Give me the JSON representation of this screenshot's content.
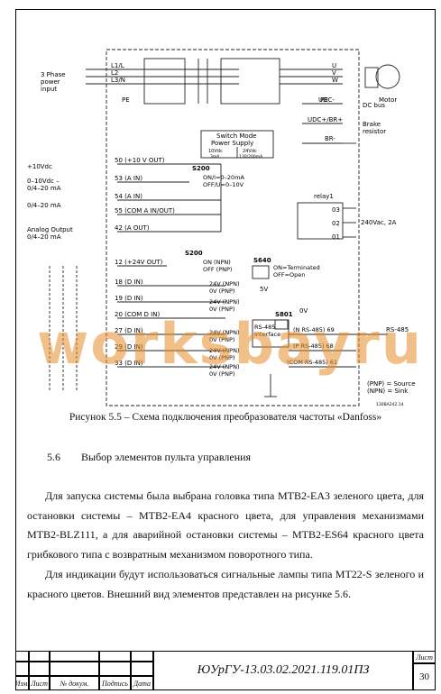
{
  "diagram": {
    "left_labels": {
      "three_phase": [
        "3 Phase",
        "power",
        "input"
      ],
      "plus10": "+10Vdc",
      "ain53": [
        "0–10Vdc –",
        "0/4–20 mA"
      ],
      "ain54": "0/4–20 mA",
      "aout": [
        "Analog Output",
        "0/4–20 mA"
      ]
    },
    "terminals_left": [
      "L1/L",
      "L2",
      "L3/N",
      "PE"
    ],
    "terminals_right": [
      "U",
      "V",
      "W",
      "PE"
    ],
    "motor": "Motor",
    "smps": [
      "Switch Mode",
      "Power Supply",
      "10Vdc",
      "24Vdc",
      "3mA",
      "130/200mA"
    ],
    "dc_bus": [
      "UDC-",
      "UDC+/BR+",
      "BR-",
      "DC bus",
      "Brake",
      "resistor"
    ],
    "inputs": [
      {
        "num": "50",
        "label": "(+10 V OUT)"
      },
      {
        "num": "53",
        "label": "(A IN)"
      },
      {
        "num": "54",
        "label": "(A IN)"
      },
      {
        "num": "55",
        "label": "(COM A IN/OUT)"
      },
      {
        "num": "42",
        "label": "(A OUT)"
      },
      {
        "num": "12",
        "label": "(+24V OUT)"
      },
      {
        "num": "18",
        "label": "(D IN)"
      },
      {
        "num": "19",
        "label": "(D IN)"
      },
      {
        "num": "20",
        "label": "(COM D IN)"
      },
      {
        "num": "27",
        "label": "(D IN)"
      },
      {
        "num": "29",
        "label": "(D IN)"
      },
      {
        "num": "33",
        "label": "(D IN)"
      }
    ],
    "s200_top": [
      "S200",
      "ON/I=0–20mA",
      "OFF/U=0–10V"
    ],
    "s200_mid": [
      "S200",
      "ON (NPN)",
      "OFF (PNP)"
    ],
    "s640": [
      "S640",
      "ON=Terminated",
      "OFF=Open"
    ],
    "relay": [
      "relay1",
      "03",
      "02",
      "01",
      "240Vac, 2A"
    ],
    "npn_pnp": [
      "24V (NPN)",
      "0V (PNP)"
    ],
    "rs485": [
      "RS-485",
      "Interface",
      "(N RS-485) 69",
      "(P RS-485) 68",
      "(COM RS-485) 61",
      "RS-485"
    ],
    "s801": "S801",
    "fivev": "5V",
    "zerov": "0V",
    "legend": [
      "(PNP) = Source",
      "(NPN) = Sink"
    ],
    "code": "130BA242.14"
  },
  "watermark": "worksbayru",
  "caption": "Рисунок 5.5 – Схема подключения преобразователя частоты «Danfoss»",
  "section": {
    "num": "5.6",
    "title": "Выбор элементов пульта управления"
  },
  "paragraphs": [
    "Для запуска системы была выбрана головка типа MTB2-EA3 зеленого цвета, для остановки системы – MTB2-EA4 красного цвета, для управления механизмами MTB2-BLZ111, а для аварийной остановки системы – MTB2-ES64 красного цвета грибкового типа с возвратным механизмом поворотного типа.",
    "Для индикации будут использоваться сигнальные лампы типа MT22-S зеленого и красного цветов. Внешний вид элементов представлен на рисунке 5.6."
  ],
  "stamp": {
    "cols": [
      "Изм.",
      "Лист",
      "№ докум.",
      "Подпись",
      "Дата"
    ],
    "code": "ЮУрГУ-13.03.02.2021.119.01ПЗ",
    "sheet_label": "Лист",
    "sheet_num": "30"
  }
}
